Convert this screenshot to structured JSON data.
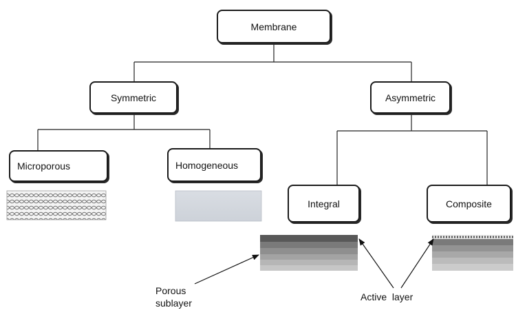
{
  "diagram": {
    "root": "Membrane",
    "categories": {
      "symmetric": "Symmetric",
      "asymmetric": "Asymmetric"
    },
    "types": {
      "microporous": "Microporous",
      "homogeneous": "Homogeneous",
      "integral": "Integral",
      "composite": "Composite"
    },
    "annotations": {
      "porous_line1": "Porous",
      "porous_line2": "sublayer",
      "active_layer": "Active  layer"
    }
  }
}
